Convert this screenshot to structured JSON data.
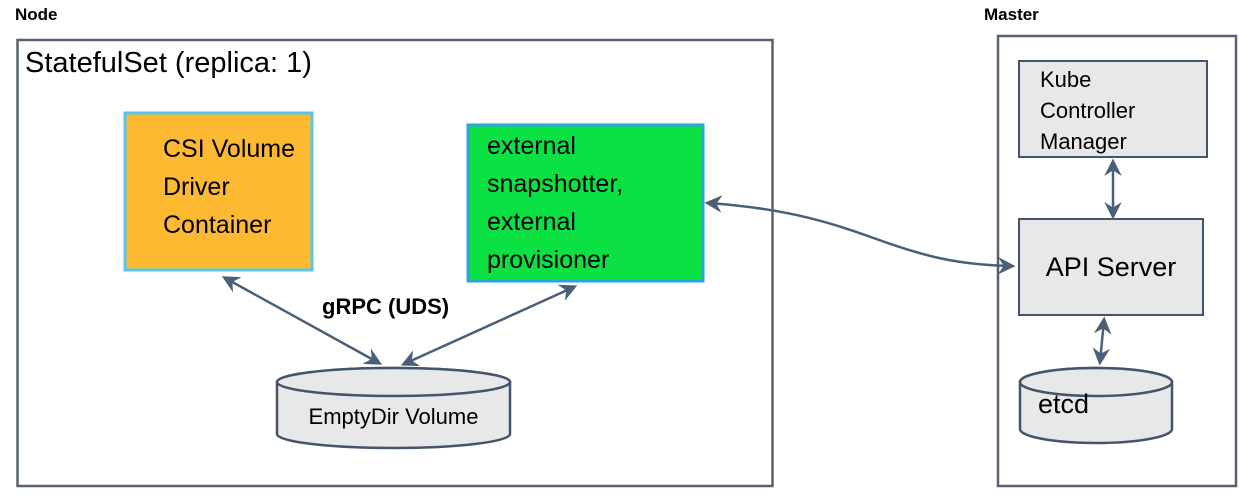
{
  "diagram": {
    "node": {
      "label": "Node",
      "statefulset_title": "StatefulSet (replica: 1)",
      "csi_driver_box": "CSI Volume\nDriver\nContainer",
      "sidecar_box": "external\nsnapshotter,\nexternal\nprovisioner",
      "grpc_label": "gRPC (UDS)",
      "emptydir_label": "EmptyDir Volume"
    },
    "master": {
      "label": "Master",
      "kube_controller_manager": "Kube\nController\nManager",
      "api_server": "API Server",
      "etcd": "etcd"
    }
  },
  "colors": {
    "csi_box_fill": "#FCB931",
    "csi_box_border": "#56C6EF",
    "sidecar_box_fill": "#0CE143",
    "sidecar_box_border": "#2BA4DE",
    "gray_box_fill": "#E9E8E8",
    "cylinder_fill": "#E9E8E8",
    "shape_stroke": "#44546A",
    "outer_border": "#566270",
    "arrow": "#4A6076",
    "text": "#000000"
  }
}
